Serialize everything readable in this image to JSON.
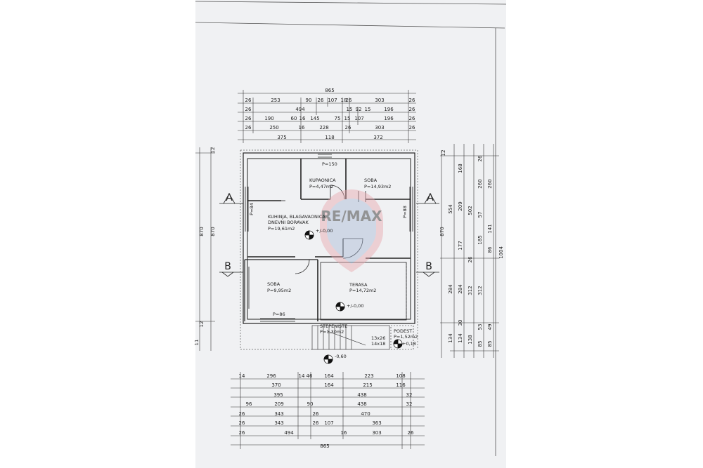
{
  "watermark": "RE/MAX",
  "dims_top": {
    "total": "865",
    "row1": [
      "26",
      "253",
      "90",
      "26",
      "107",
      "18",
      "26",
      "303",
      "26"
    ],
    "row2": [
      "26",
      "494",
      "15",
      "92",
      "15",
      "196",
      "26"
    ],
    "row3": [
      "26",
      "190",
      "60",
      "16",
      "145",
      "75",
      "15",
      "107",
      "196",
      "26"
    ],
    "row4": [
      "26",
      "250",
      "16",
      "228",
      "26",
      "303",
      "26"
    ],
    "row5": [
      "375",
      "118",
      "372"
    ]
  },
  "dims_bottom": {
    "row1": [
      "14",
      "296",
      "14",
      "46",
      "164",
      "223",
      "108"
    ],
    "row2": [
      "370",
      "164",
      "215",
      "116"
    ],
    "row3": [
      "395",
      "438",
      "32"
    ],
    "row4": [
      "96",
      "209",
      "90",
      "438",
      "32"
    ],
    "row5": [
      "26",
      "343",
      "26",
      "470"
    ],
    "row6": [
      "26",
      "343",
      "26",
      "107",
      "363"
    ],
    "row7": [
      "26",
      "494",
      "16",
      "303",
      "26"
    ],
    "total": "865"
  },
  "dims_left": [
    "870",
    "870",
    "12",
    "12",
    "11"
  ],
  "dims_right": [
    "12",
    "554",
    "870",
    "1004",
    "168",
    "209",
    "177",
    "260",
    "502",
    "260",
    "26",
    "57",
    "185",
    "141",
    "86",
    "26",
    "284",
    "284",
    "312",
    "312",
    "30",
    "134",
    "134",
    "138",
    "85",
    "53",
    "49",
    "85"
  ],
  "rooms": {
    "kupaonica": {
      "name": "KUPAONICA",
      "area": "P=4,47m2"
    },
    "soba1": {
      "name": "SOBA",
      "area": "P=14,93m2"
    },
    "kuhinja": {
      "line1": "KUHINJA, BLAGAVAONICA,",
      "line2": "DNEVNI BORAVAK",
      "area": "P=19,61m2"
    },
    "soba2": {
      "name": "SOBA",
      "area": "P=9,95m2"
    },
    "terasa": {
      "name": "TERASA",
      "area": "P=14,72m2"
    },
    "stepeniste": {
      "name": "STEPENIŠTE",
      "area": "P=1,30m2"
    },
    "podest": {
      "name": "PODEST",
      "area": "P=1,52m2"
    }
  },
  "window_labels": {
    "p150": "P=150",
    "p86": "P=86",
    "p84": "P=84",
    "p88": "P=88"
  },
  "stairs_label": {
    "line1": "13x26",
    "line2": "14x18"
  },
  "levels": {
    "zero": "+/-0,00",
    "zero2": "+/-0,00",
    "minus": "-0,60",
    "plus": "+0,18"
  },
  "sections": {
    "a": "A",
    "b": "B"
  }
}
